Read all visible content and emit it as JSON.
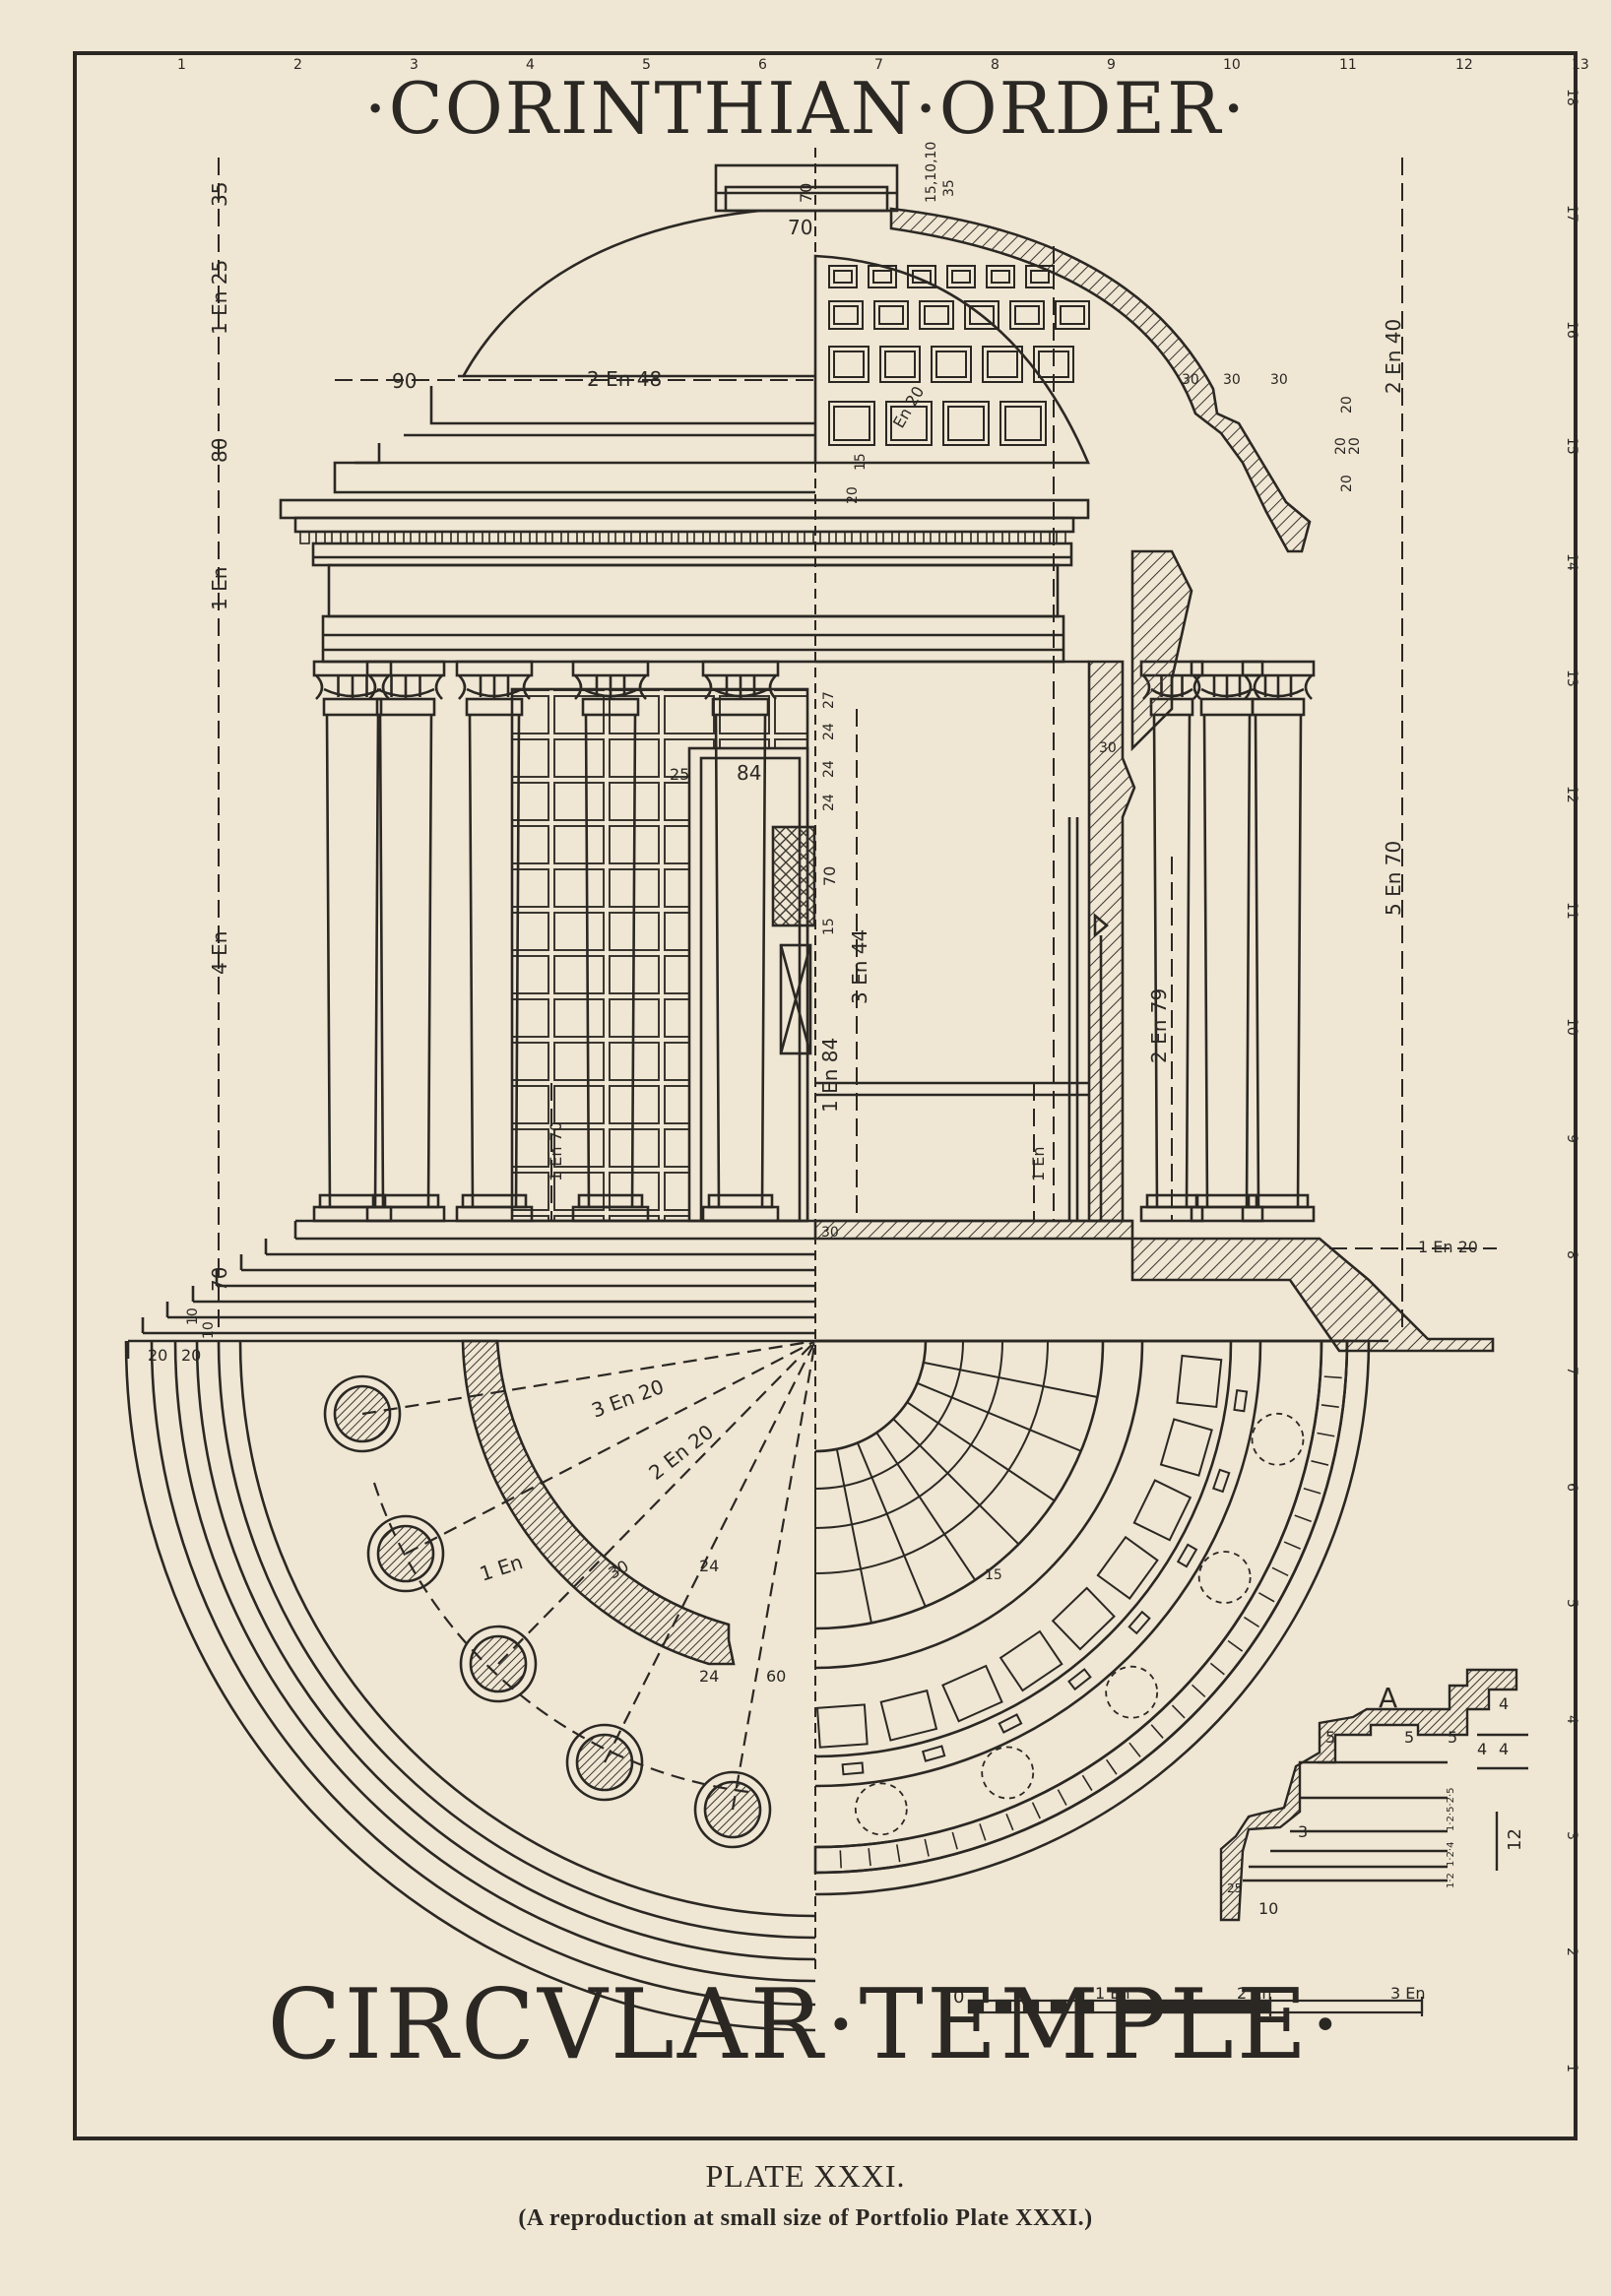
{
  "title_top": "·CORINTHIAN·ORDER·",
  "title_bottom": "CIRCVLAR·TEMPLE·",
  "plate_number": "PLATE XXXI.",
  "plate_note": "(A reproduction at small size of Portfolio Plate XXXI.)",
  "border_numbers_top": [
    "1",
    "2",
    "3",
    "4",
    "5",
    "6",
    "7",
    "8",
    "9",
    "10",
    "11",
    "12",
    "13"
  ],
  "border_numbers_right": [
    "18",
    "17",
    "16",
    "15",
    "14",
    "13",
    "12",
    "11",
    "10",
    "9",
    "8",
    "7",
    "6",
    "5",
    "4",
    "3",
    "2",
    "1"
  ],
  "dimensions": {
    "left_35": "35",
    "left_1en25": "1 En 25",
    "left_80": "80",
    "left_1en": "1 En",
    "left_4en": "4 En",
    "left_70": "70",
    "left_10a": "10",
    "left_10b": "10",
    "plan_20a": "20",
    "plan_20b": "20",
    "dome_90": "90",
    "dome_2en48": "2 En 48",
    "lantern_70": "70",
    "lantern_70v": "70",
    "lantern_top": "15,10,10",
    "lantern_35": "35",
    "coffer_en20": "En 20",
    "coffer_20": "20",
    "coffer_15": "15",
    "right_2en40": "2 En 40",
    "right_30a": "30",
    "right_30b": "30",
    "right_30c": "30",
    "right_20a": "20",
    "right_20b": "20",
    "right_20c": "20",
    "right_20d": "20",
    "right_5en70": "5 En 70",
    "right_1en20": "1 En 20",
    "int_25": "25",
    "int_84": "84",
    "int_24a": "24",
    "int_24b": "24",
    "int_27": "27",
    "int_70": "70",
    "int_15": "15",
    "int_3en44": "3 En 44",
    "int_1en84": "1 En 84",
    "int_1en70": "1 En 70",
    "int_1en": "1 En",
    "int_2en79": "2 En 79",
    "int_30": "30",
    "int_24c": "24",
    "int_30b": "30",
    "plan_3en20": "3 En 20",
    "plan_2en20": "2 En 20",
    "plan_1en": "1 En",
    "plan_30": "30",
    "plan_24a": "24",
    "plan_24b": "24",
    "plan_60": "60",
    "plan_15": "15"
  },
  "detail": {
    "label": "A",
    "d5a": "5",
    "d5b": "5",
    "d5c": "5",
    "d4a": "4",
    "d4b": "4",
    "d4c": "4",
    "d3": "3",
    "d12": "12",
    "d10": "10",
    "d25": "25",
    "d_small1": "1·2·5·2·5",
    "d_small2": "1·2·4",
    "d_small3": "1·2"
  },
  "scale_bar": {
    "zero": "0",
    "one": "1 En",
    "two": "2 En",
    "three": "3 En"
  }
}
